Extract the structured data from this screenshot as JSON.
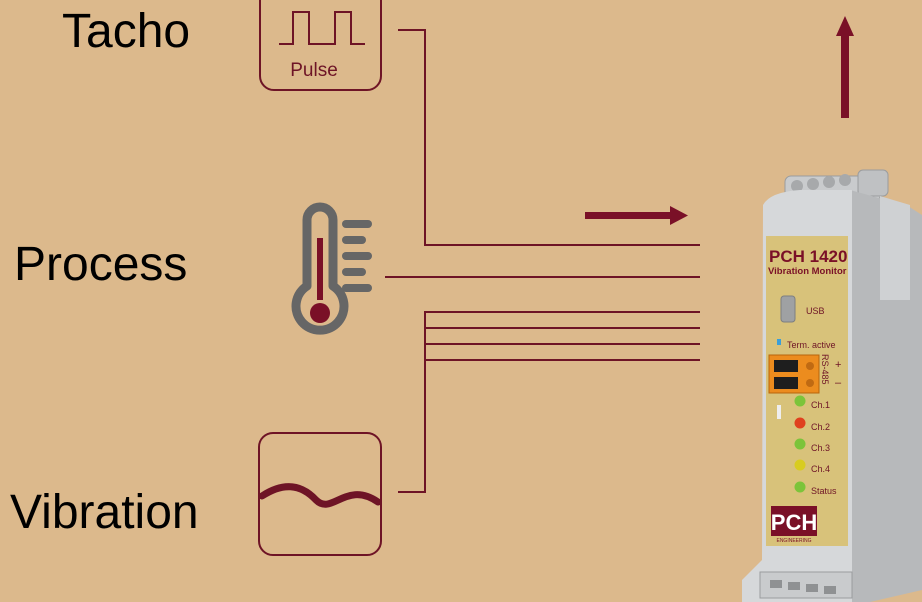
{
  "inputs": {
    "tacho_label": "Tacho",
    "process_label": "Process",
    "vibration_label": "Vibration",
    "pulse_label": "Pulse"
  },
  "device": {
    "model": "PCH 1420",
    "subtitle": "Vibration Monitor",
    "usb_label": "USB",
    "term_label": "Term. active",
    "rs485_label": "RS-485",
    "plus_label": "+",
    "minus_label": "–",
    "channels": [
      {
        "label": "Ch.1",
        "led_color": "#7cc43a"
      },
      {
        "label": "Ch.2",
        "led_color": "#e0401e"
      },
      {
        "label": "Ch.3",
        "led_color": "#7cc43a"
      },
      {
        "label": "Ch.4",
        "led_color": "#d8cc20"
      },
      {
        "label": "Status",
        "led_color": "#7cc43a"
      }
    ],
    "logo_text": "PCH",
    "logo_subtext": "ENGINEERING"
  },
  "colors": {
    "background": "#dcb98c",
    "line": "#6e1426",
    "arrow": "#7a1027",
    "icon_gray": "#666666"
  }
}
